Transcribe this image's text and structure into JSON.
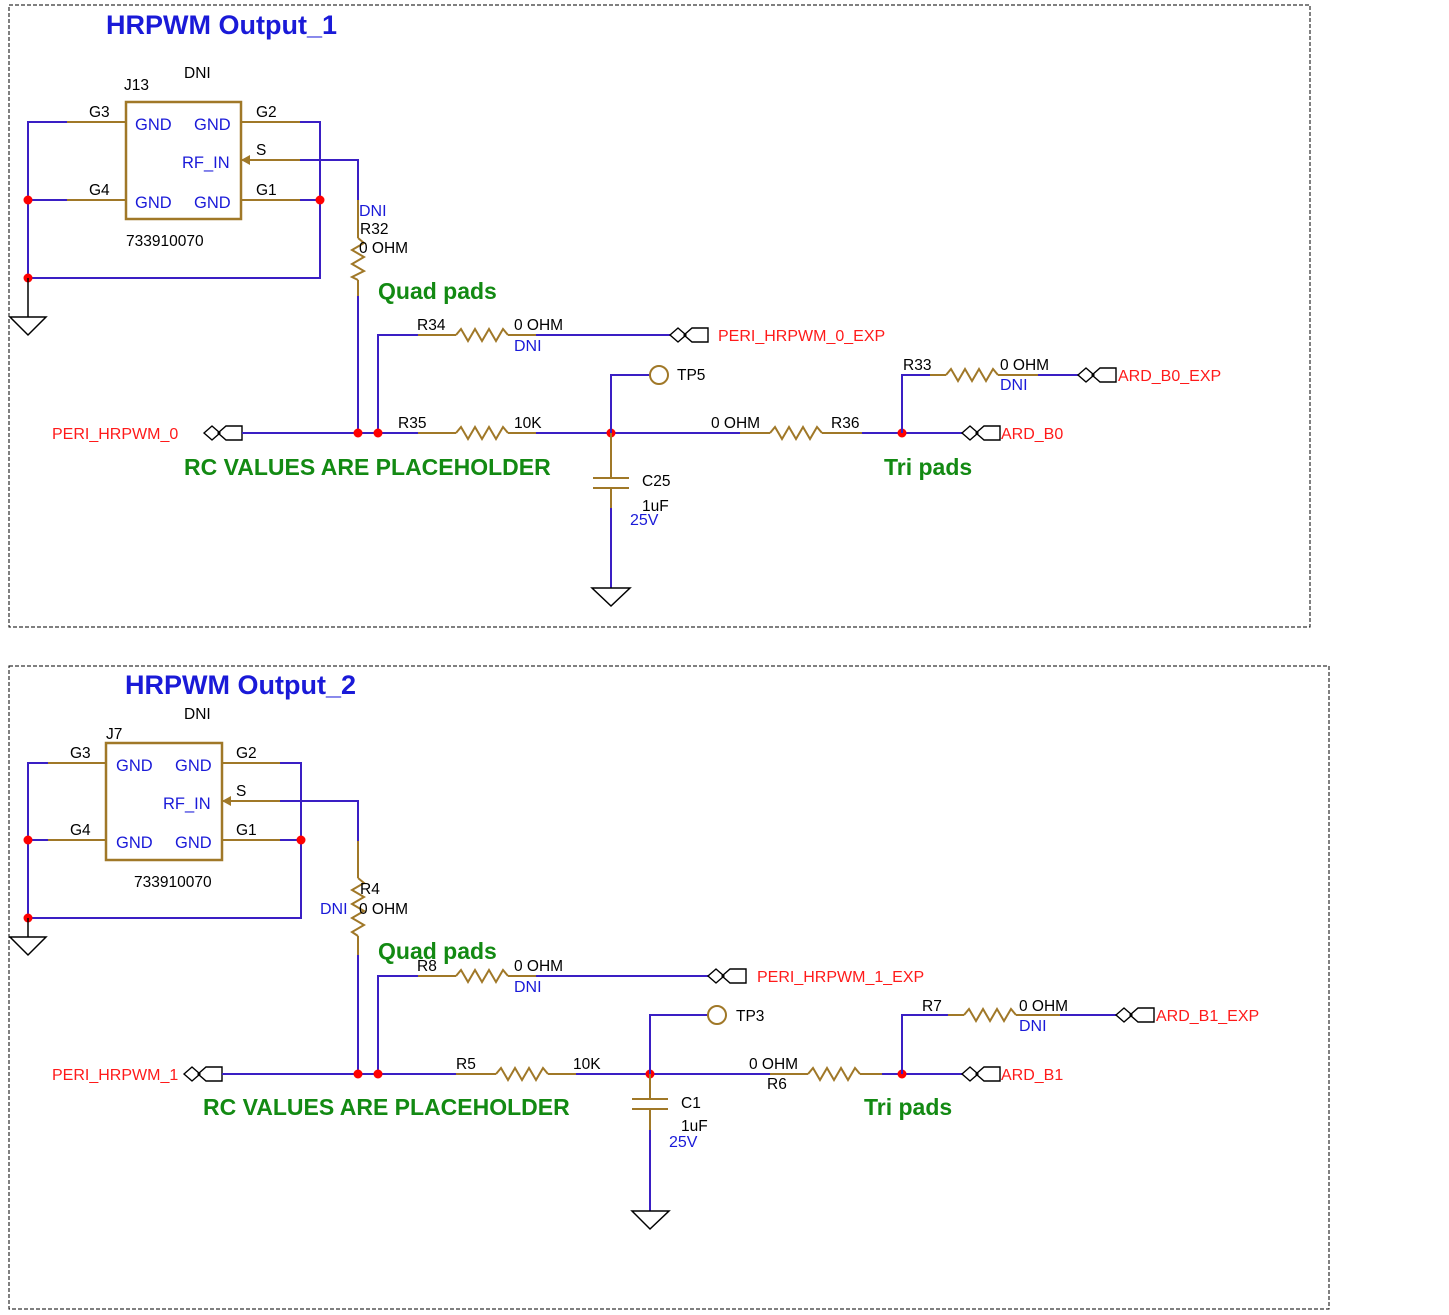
{
  "sections": [
    {
      "title": "HRPWM Output_1",
      "connector": {
        "ref": "J13",
        "dni": "DNI",
        "part": "733910070",
        "pin_g3": "G3",
        "pin_g2": "G2",
        "pin_g4": "G4",
        "pin_g1": "G1",
        "pin_s": "S",
        "gnd_tl": "GND",
        "gnd_tr": "GND",
        "gnd_bl": "GND",
        "gnd_br": "GND",
        "rf_in": "RF_IN"
      },
      "r_series_s": {
        "ref": "R32",
        "value": "0 OHM",
        "dni": "DNI"
      },
      "quad_note": "Quad pads",
      "r_exp": {
        "ref": "R34",
        "value": "0 OHM",
        "dni": "DNI"
      },
      "net_exp": "PERI_HRPWM_0_EXP",
      "tp": "TP5",
      "r_ard_exp": {
        "ref": "R33",
        "value": "0 OHM",
        "dni": "DNI"
      },
      "net_ard_exp": "ARD_B0_EXP",
      "net_in": "PERI_HRPWM_0",
      "r_main": {
        "ref": "R35",
        "value": "10K"
      },
      "r_out": {
        "ref": "R36",
        "value": "0 OHM"
      },
      "net_out": "ARD_B0",
      "rc_note": "RC VALUES ARE PLACEHOLDER",
      "tri_note": "Tri pads",
      "cap": {
        "ref": "C25",
        "value": "1uF",
        "voltage": "25V"
      }
    },
    {
      "title": "HRPWM Output_2",
      "connector": {
        "ref": "J7",
        "dni": "DNI",
        "part": "733910070",
        "pin_g3": "G3",
        "pin_g2": "G2",
        "pin_g4": "G4",
        "pin_g1": "G1",
        "pin_s": "S",
        "gnd_tl": "GND",
        "gnd_tr": "GND",
        "gnd_bl": "GND",
        "gnd_br": "GND",
        "rf_in": "RF_IN"
      },
      "r_series_s": {
        "ref": "R4",
        "value": "0 OHM",
        "dni": "DNI"
      },
      "quad_note": "Quad pads",
      "r_exp": {
        "ref": "R8",
        "value": "0 OHM",
        "dni": "DNI"
      },
      "net_exp": "PERI_HRPWM_1_EXP",
      "tp": "TP3",
      "r_ard_exp": {
        "ref": "R7",
        "value": "0 OHM",
        "dni": "DNI"
      },
      "net_ard_exp": "ARD_B1_EXP",
      "net_in": "PERI_HRPWM_1",
      "r_main": {
        "ref": "R5",
        "value": "10K"
      },
      "r_out": {
        "ref": "R6",
        "value": "0 OHM"
      },
      "net_out": "ARD_B1",
      "rc_note": "RC VALUES ARE PLACEHOLDER",
      "tri_note": "Tri pads",
      "cap": {
        "ref": "C1",
        "value": "1uF",
        "voltage": "25V"
      }
    }
  ],
  "colors": {
    "wire": "#3a1fc4",
    "pin": "#a07828",
    "junction": "#ff0000",
    "net_label": "#ff1a1a",
    "note": "#138a13",
    "title": "#1a1ad8"
  }
}
